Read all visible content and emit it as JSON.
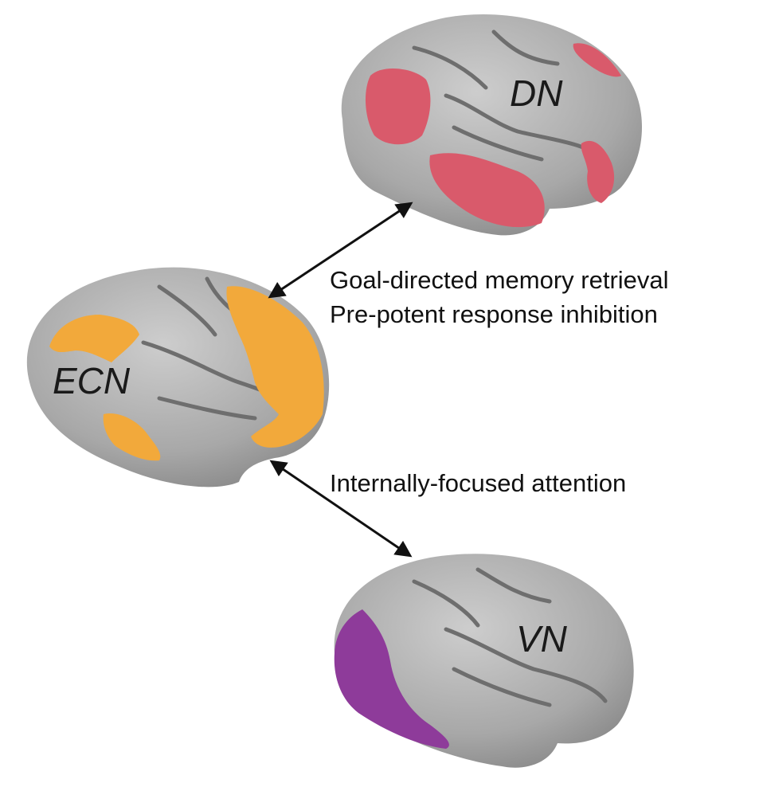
{
  "networks": {
    "dn": {
      "label": "DN",
      "color": "#d95a6b"
    },
    "ecn": {
      "label": "ECN",
      "color": "#f2a93b"
    },
    "vn": {
      "label": "VN",
      "color": "#8e3b9a"
    }
  },
  "relations": {
    "dn_ecn": [
      "Goal-directed memory retrieval",
      "Pre-potent response inhibition"
    ],
    "ecn_vn": [
      "Internally-focused attention"
    ]
  },
  "colors": {
    "cortex": "#a9a9a9",
    "cortex_light": "#c9c9c9",
    "sulcus": "#6e6e6e",
    "arrow": "#111111"
  }
}
